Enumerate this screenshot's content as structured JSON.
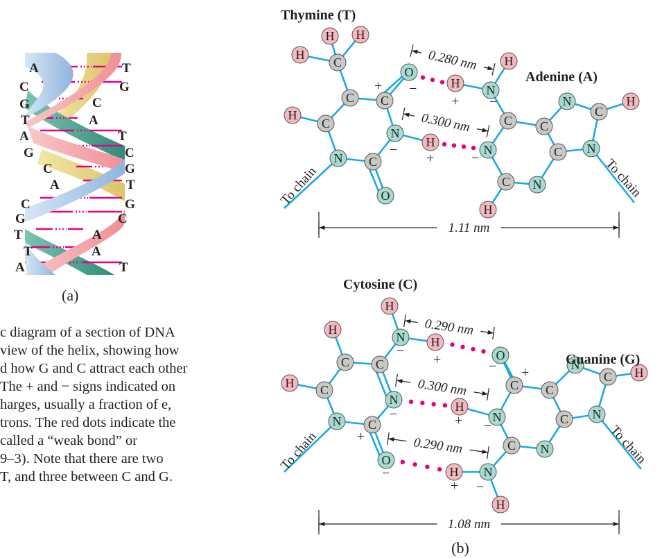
{
  "panel_a": {
    "label": "(a)",
    "left_bases": [
      "A",
      "C",
      "G",
      "T",
      "A",
      "G",
      "C",
      "A",
      "C",
      "G",
      "T",
      "T",
      "A"
    ],
    "right_bases": [
      "T",
      "G",
      "C",
      "A",
      "T",
      "C",
      "G",
      "T",
      "G",
      "C",
      "A",
      "A",
      "T"
    ]
  },
  "caption": {
    "lines": [
      "c diagram of a section of DNA",
      "view of the helix, showing how",
      "d how G and C attract each other",
      "The + and − signs indicated on",
      "harges, usually a fraction of e,",
      "trons. The red dots indicate the",
      " called a “weak bond” or",
      "9–3). Note that there are two",
      "T, and three between C and G."
    ]
  },
  "panel_b": {
    "label": "(b)",
    "top": {
      "left_name": "Thymine (T)",
      "right_name": "Adenine (A)",
      "bond1": "0.280 nm",
      "bond2": "0.300 nm",
      "width": "1.11 nm",
      "chain_label": "To chain"
    },
    "bottom": {
      "left_name": "Cytosine (C)",
      "right_name": "Guanine (G)",
      "bond1": "0.290 nm",
      "bond2": "0.300 nm",
      "bond3": "0.290 nm",
      "width": "1.08 nm",
      "chain_label": "To chain"
    },
    "atoms": {
      "H": "H",
      "C": "C",
      "N": "N",
      "O": "O"
    },
    "charges": {
      "plus": "+",
      "minus": "−"
    }
  },
  "colors": {
    "hydrogen": "#f4b8c0",
    "carbon": "#c8c9c5",
    "nitrogen": "#a5dbd0",
    "oxygen": "#a5dbd0",
    "bond": "#1ba9e1",
    "hbond_dots": "#e6007e",
    "strand_blue": "#a9c7e6",
    "strand_green": "#3e9f8c",
    "strand_yellow": "#ead88a",
    "strand_pink": "#f2a4a8",
    "rung": "#e6007e"
  }
}
